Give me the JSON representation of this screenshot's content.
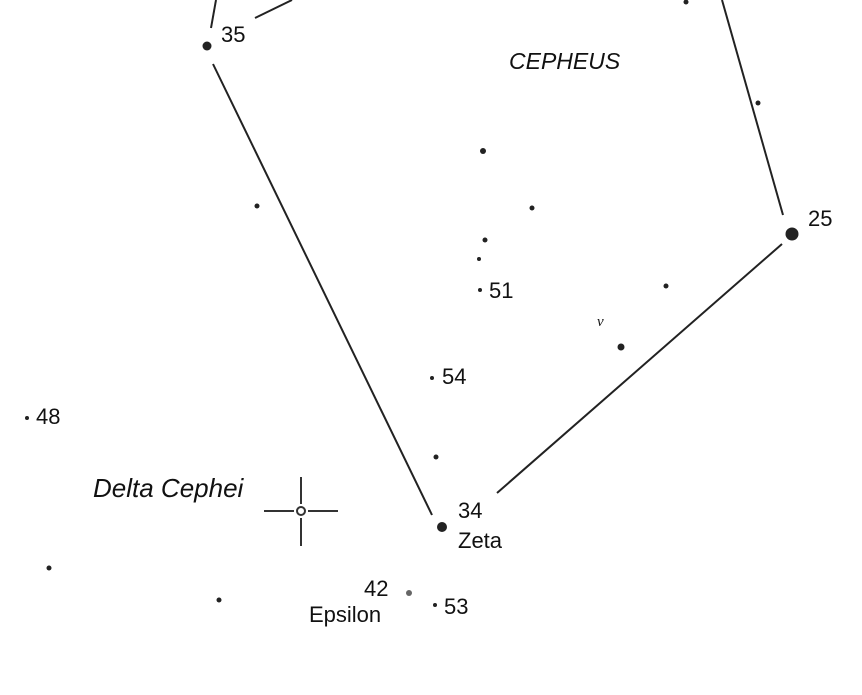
{
  "constellation": "CEPHEUS",
  "target": "Delta Cephei",
  "stars": {
    "s35": "35",
    "s25": "25",
    "s51": "51",
    "s54": "54",
    "s48": "48",
    "s34": "34",
    "zeta": "Zeta",
    "s42": "42",
    "epsilon": "Epsilon",
    "s53": "53",
    "nu": "ν"
  }
}
